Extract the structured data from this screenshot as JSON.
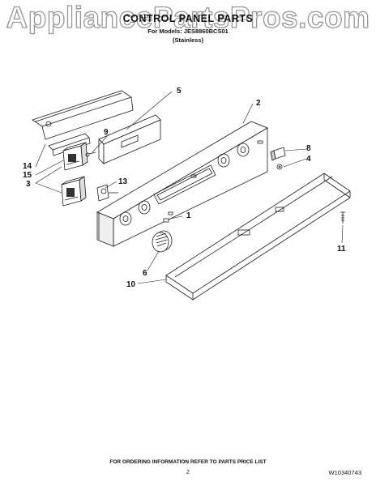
{
  "watermark": "AppliancePartsPros.com",
  "header": {
    "title": "CONTROL PANEL PARTS",
    "model": "For Models: JES8860BCS01",
    "finish": "(Stainless)"
  },
  "callouts": [
    "1",
    "2",
    "3",
    "4",
    "5",
    "6",
    "8",
    "9",
    "10",
    "11",
    "13",
    "14",
    "15"
  ],
  "footer": {
    "ordering_note": "FOR ORDERING INFORMATION REFER TO PARTS PRICE LIST",
    "page_number": "2",
    "doc_id": "W10340743"
  }
}
